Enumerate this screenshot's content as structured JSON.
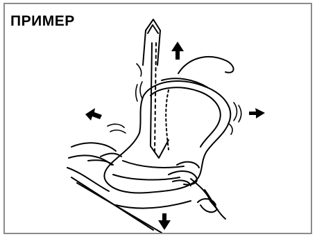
{
  "figure": {
    "label": "ПРИМЕР",
    "ink_color": "#000000",
    "frame_color": "#8a8a8a",
    "arrows": [
      "up",
      "left",
      "right",
      "down"
    ]
  }
}
